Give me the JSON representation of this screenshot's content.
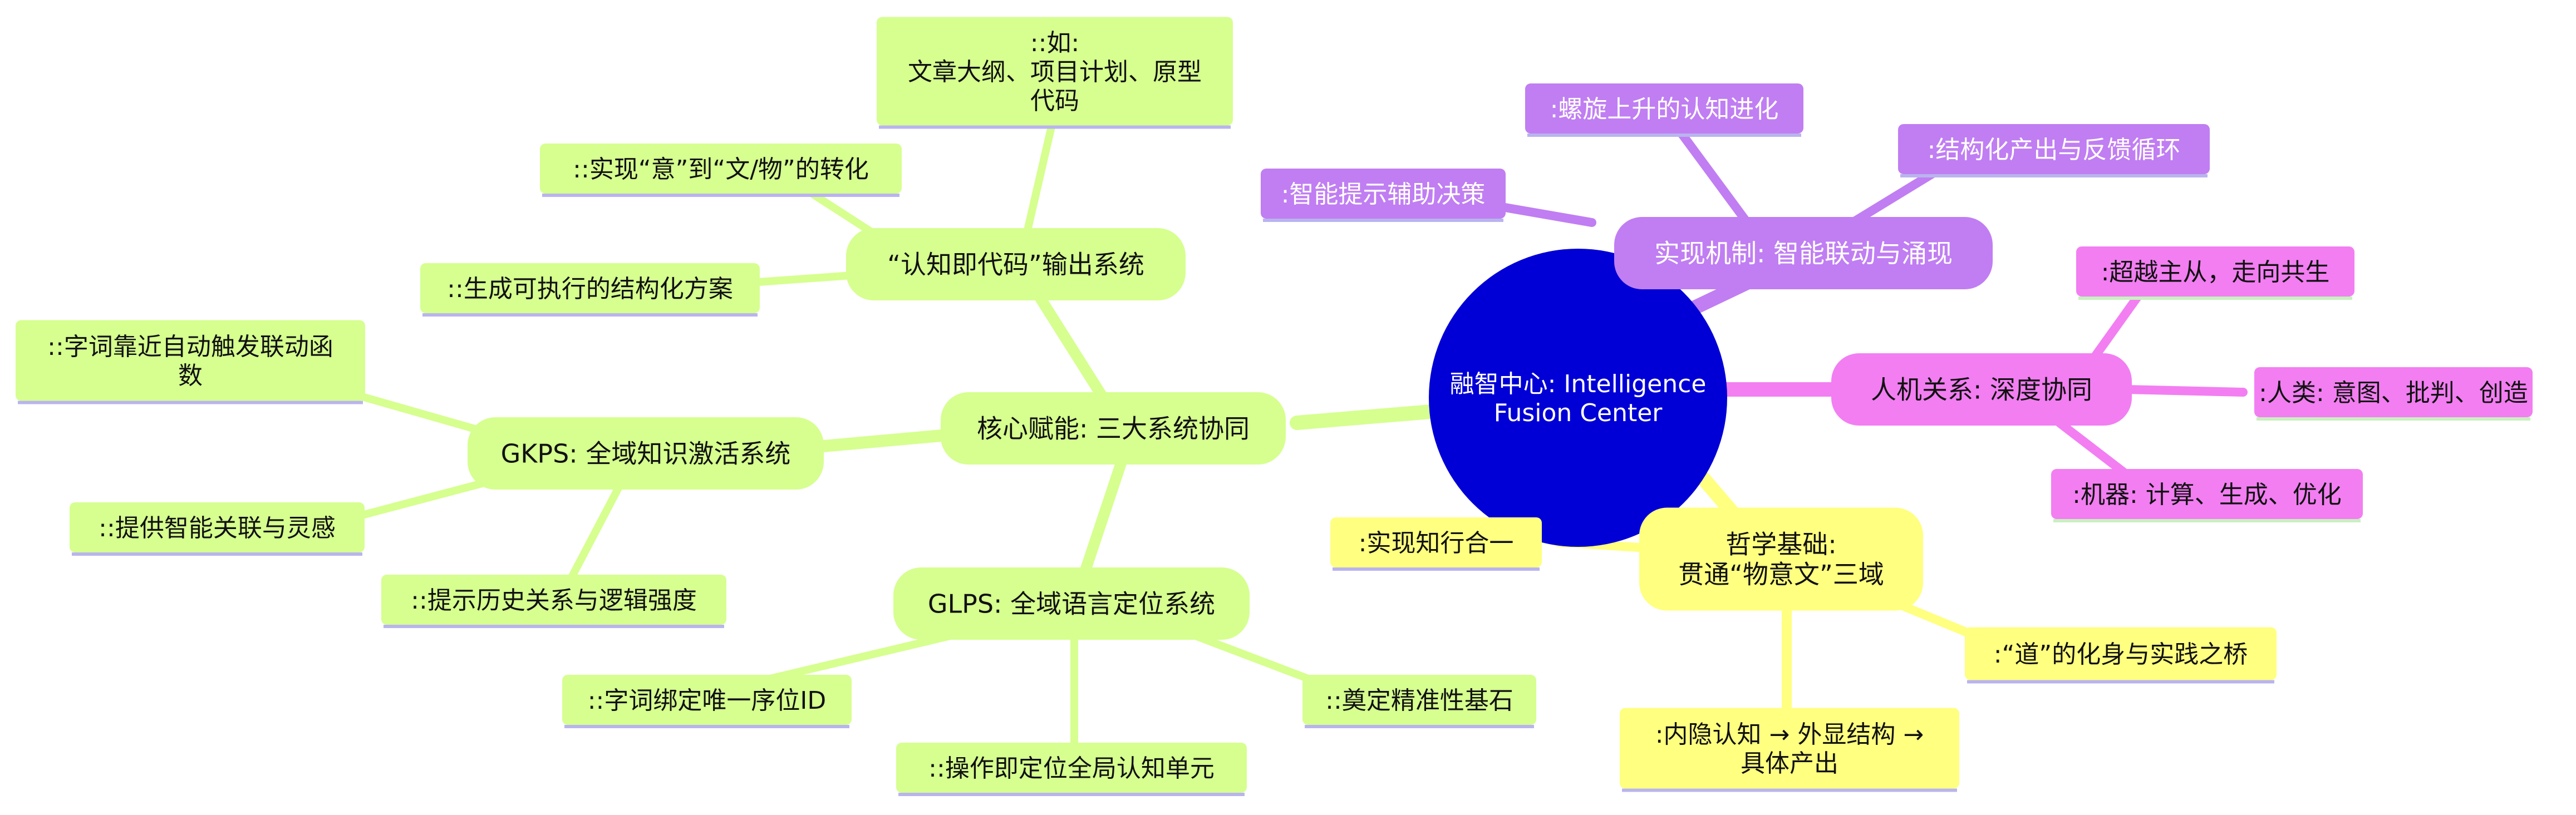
{
  "center": {
    "lines": [
      "融智中心: Intelligence",
      "Fusion Center"
    ],
    "color": "#0000d6",
    "text_color": "#ffffff"
  },
  "colors": {
    "green": "#d6ff8f",
    "green_edge": "#c4f27a",
    "purple": "#c07ef2",
    "pink": "#f27ef2",
    "yellow": "#ffff80"
  },
  "branches": {
    "core": {
      "label": [
        "核心赋能: 三大系统协同"
      ],
      "output": {
        "label": [
          "“认知即代码”输出系统"
        ],
        "leaves": [
          [
            "::如:",
            "文章大纲、项目计划、原型",
            "代码"
          ],
          [
            "::实现“意”到“文/物”的转化"
          ],
          [
            "::生成可执行的结构化方案"
          ]
        ]
      },
      "gkps": {
        "label": [
          "GKPS: 全域知识激活系统"
        ],
        "leaves": [
          [
            "::字词靠近自动触发联动函",
            "数"
          ],
          [
            "::提供智能关联与灵感"
          ],
          [
            "::提示历史关系与逻辑强度"
          ]
        ]
      },
      "glps": {
        "label": [
          "GLPS: 全域语言定位系统"
        ],
        "leaves": [
          [
            "::字词绑定唯一序位ID"
          ],
          [
            "::操作即定位全局认知单元"
          ],
          [
            "::奠定精准性基石"
          ]
        ]
      }
    },
    "mechanism": {
      "label": [
        "实现机制: 智能联动与涌现"
      ],
      "leaves": [
        [
          ":智能提示辅助决策"
        ],
        [
          ":螺旋上升的认知进化"
        ],
        [
          ":结构化产出与反馈循环"
        ]
      ]
    },
    "relation": {
      "label": [
        "人机关系: 深度协同"
      ],
      "leaves": [
        [
          ":超越主从，走向共生"
        ],
        [
          ":人类: 意图、批判、创造"
        ],
        [
          ":机器: 计算、生成、优化"
        ]
      ]
    },
    "philosophy": {
      "label": [
        "哲学基础:",
        "贯通“物意文”三域"
      ],
      "leaves": [
        [
          ":实现知行合一"
        ],
        [
          ":“道”的化身与实践之桥"
        ],
        [
          ":内隐认知 → 外显结构 →",
          "具体产出"
        ]
      ]
    }
  }
}
